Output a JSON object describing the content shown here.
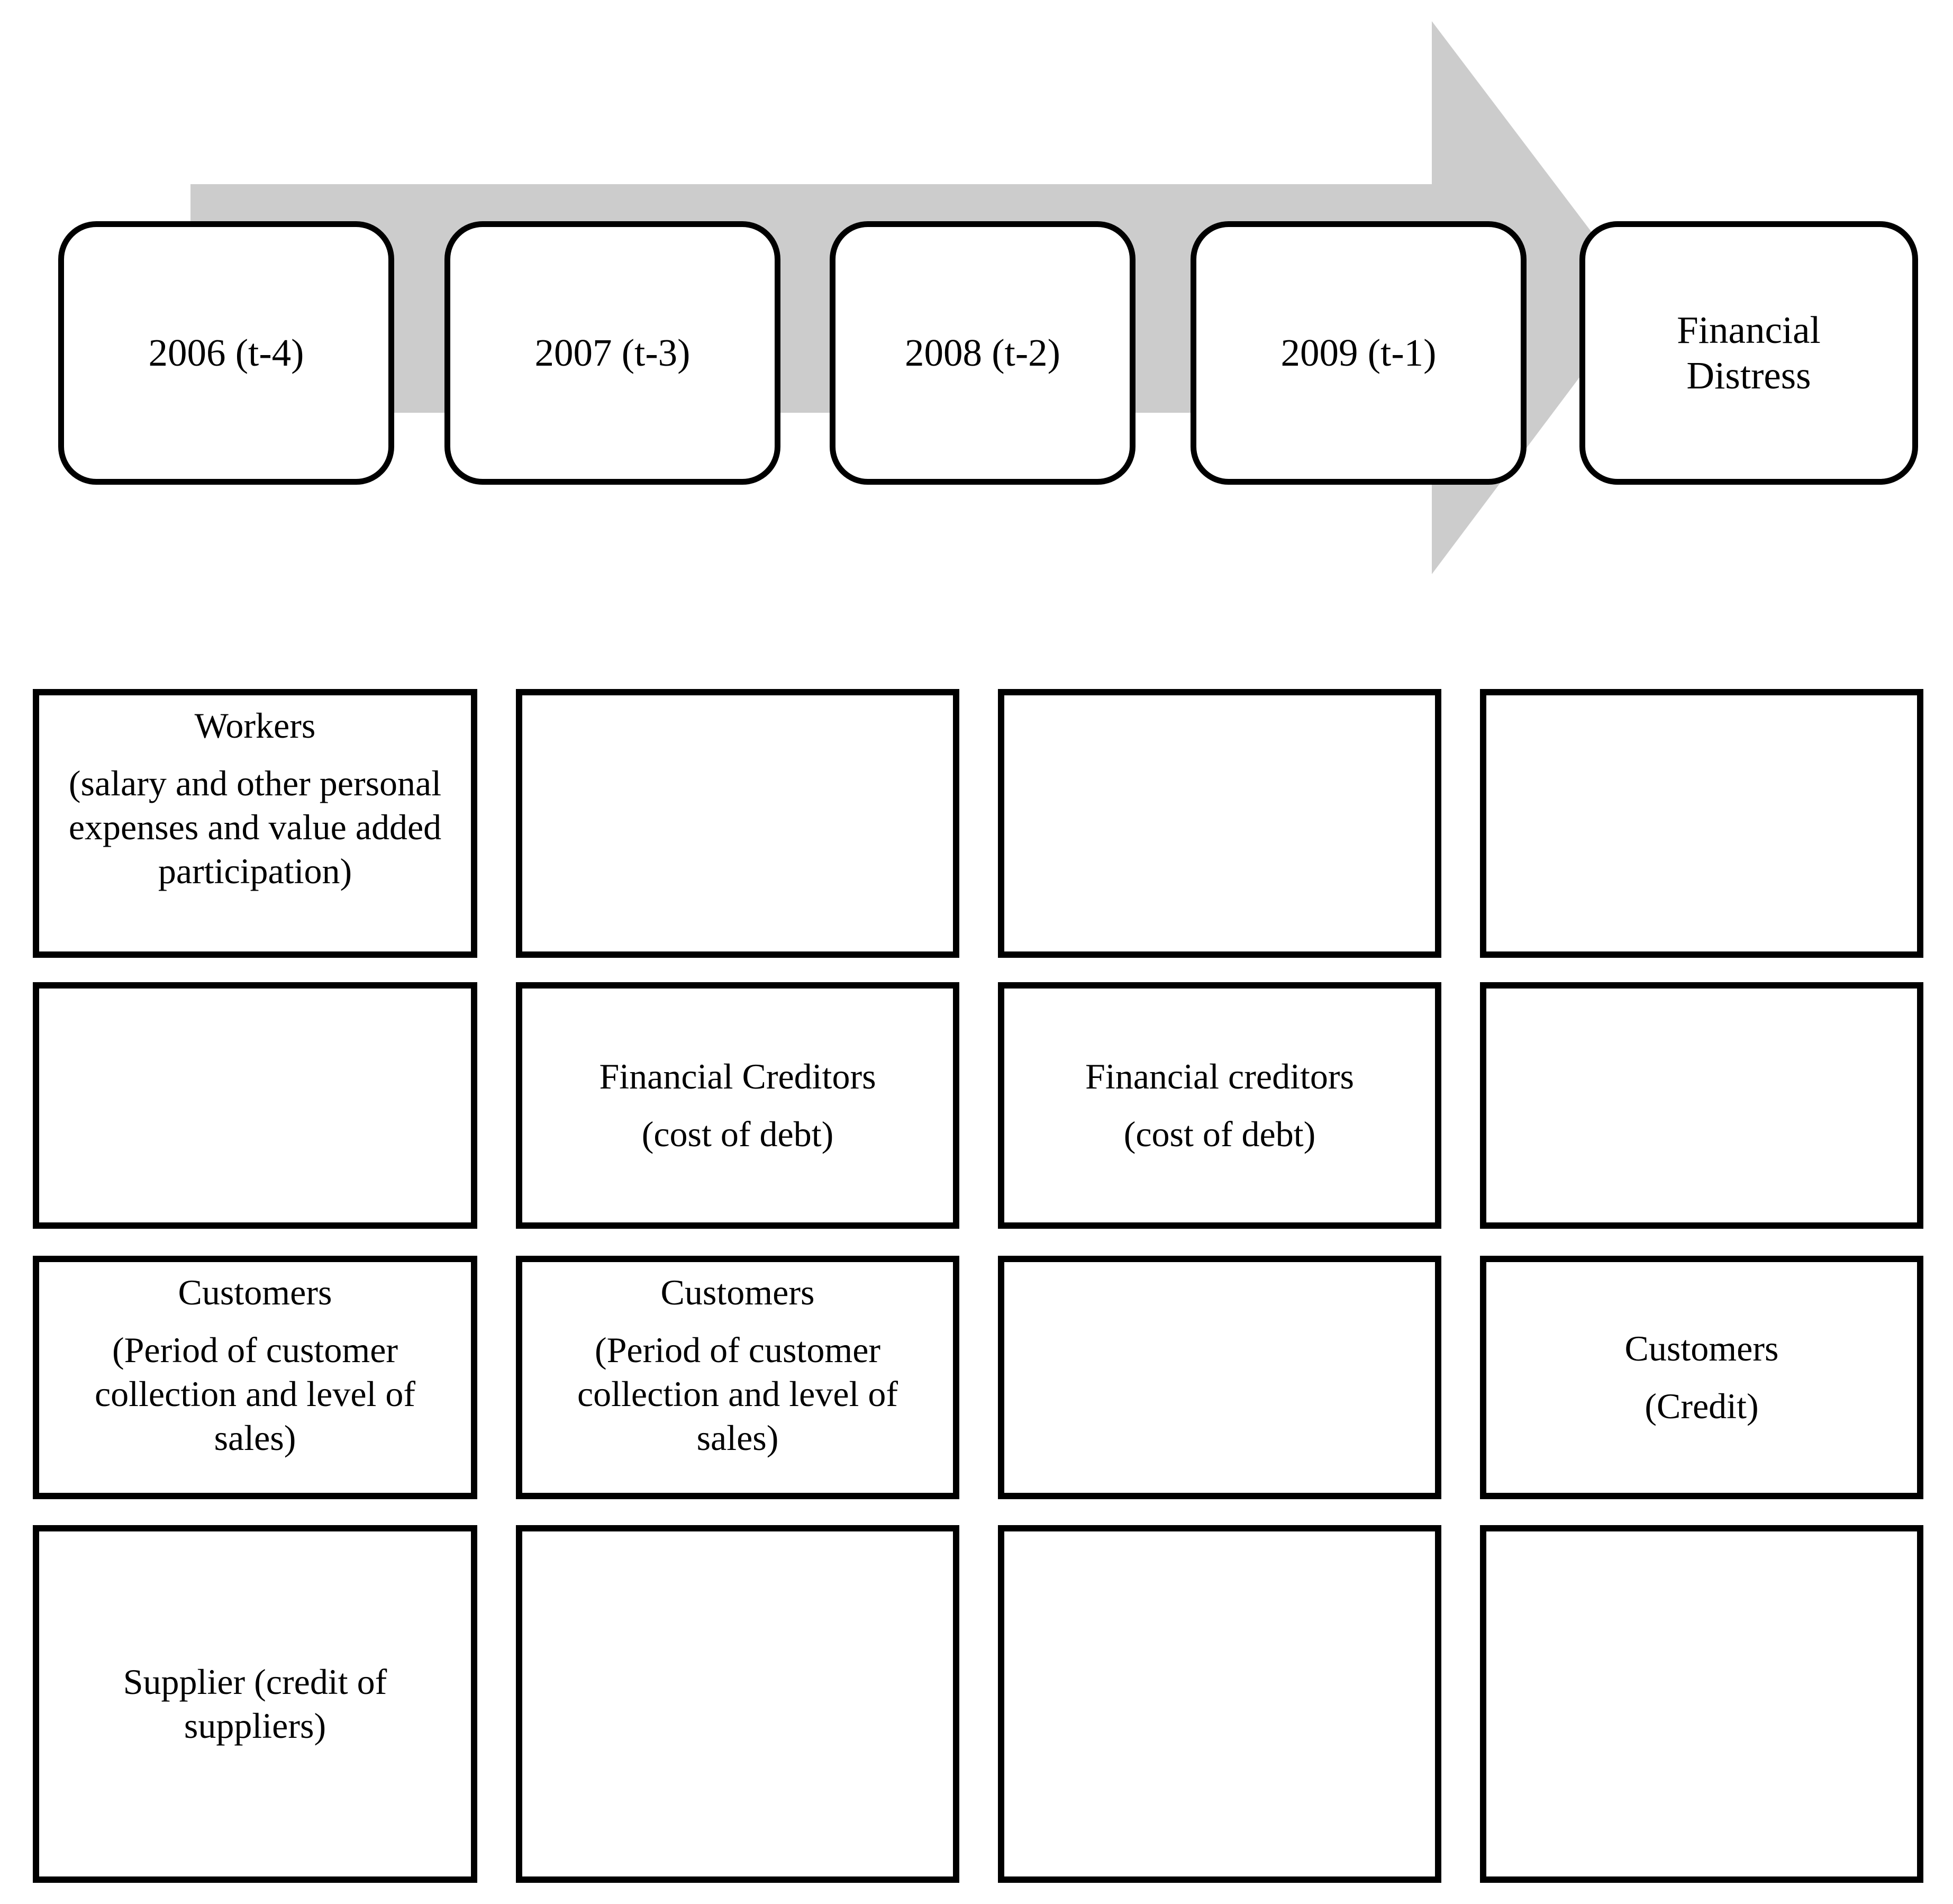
{
  "colors": {
    "arrow_fill": "#cccccc",
    "box_border": "#000000",
    "box_fill": "#ffffff",
    "text": "#000000",
    "page_background": "#ffffff"
  },
  "timeline": {
    "arrow_icon": "right-arrow-banner",
    "boxes": [
      {
        "label": "2006 (t-4)"
      },
      {
        "label": "2007 (t-3)"
      },
      {
        "label": "2008 (t-2)"
      },
      {
        "label": "2009 (t-1)"
      },
      {
        "label": "Financial\nDistress"
      }
    ]
  },
  "grid": {
    "columns": 4,
    "rows": 4,
    "cells": [
      {
        "row": 0,
        "col": 0,
        "title": "Workers",
        "sub": "(salary and other personal expenses and value added participation)",
        "align": "top"
      },
      {
        "row": 0,
        "col": 1,
        "title": "",
        "sub": "",
        "align": "top"
      },
      {
        "row": 0,
        "col": 2,
        "title": "",
        "sub": "",
        "align": "top"
      },
      {
        "row": 0,
        "col": 3,
        "title": "",
        "sub": "",
        "align": "top"
      },
      {
        "row": 1,
        "col": 0,
        "title": "",
        "sub": "",
        "align": "center"
      },
      {
        "row": 1,
        "col": 1,
        "title": "Financial Creditors",
        "sub": "(cost of debt)",
        "align": "center"
      },
      {
        "row": 1,
        "col": 2,
        "title": "Financial creditors",
        "sub": "(cost of debt)",
        "align": "center"
      },
      {
        "row": 1,
        "col": 3,
        "title": "",
        "sub": "",
        "align": "center"
      },
      {
        "row": 2,
        "col": 0,
        "title": "Customers",
        "sub": "(Period of customer collection and level of sales)",
        "align": "top"
      },
      {
        "row": 2,
        "col": 1,
        "title": "Customers",
        "sub": "(Period of customer collection and level of sales)",
        "align": "top"
      },
      {
        "row": 2,
        "col": 2,
        "title": "",
        "sub": "",
        "align": "center"
      },
      {
        "row": 2,
        "col": 3,
        "title": "Customers",
        "sub": "(Credit)",
        "align": "center"
      },
      {
        "row": 3,
        "col": 0,
        "title": "",
        "sub": "Supplier (credit of suppliers)",
        "align": "center"
      },
      {
        "row": 3,
        "col": 1,
        "title": "",
        "sub": "",
        "align": "center"
      },
      {
        "row": 3,
        "col": 2,
        "title": "",
        "sub": "",
        "align": "center"
      },
      {
        "row": 3,
        "col": 3,
        "title": "",
        "sub": "",
        "align": "center"
      }
    ]
  }
}
